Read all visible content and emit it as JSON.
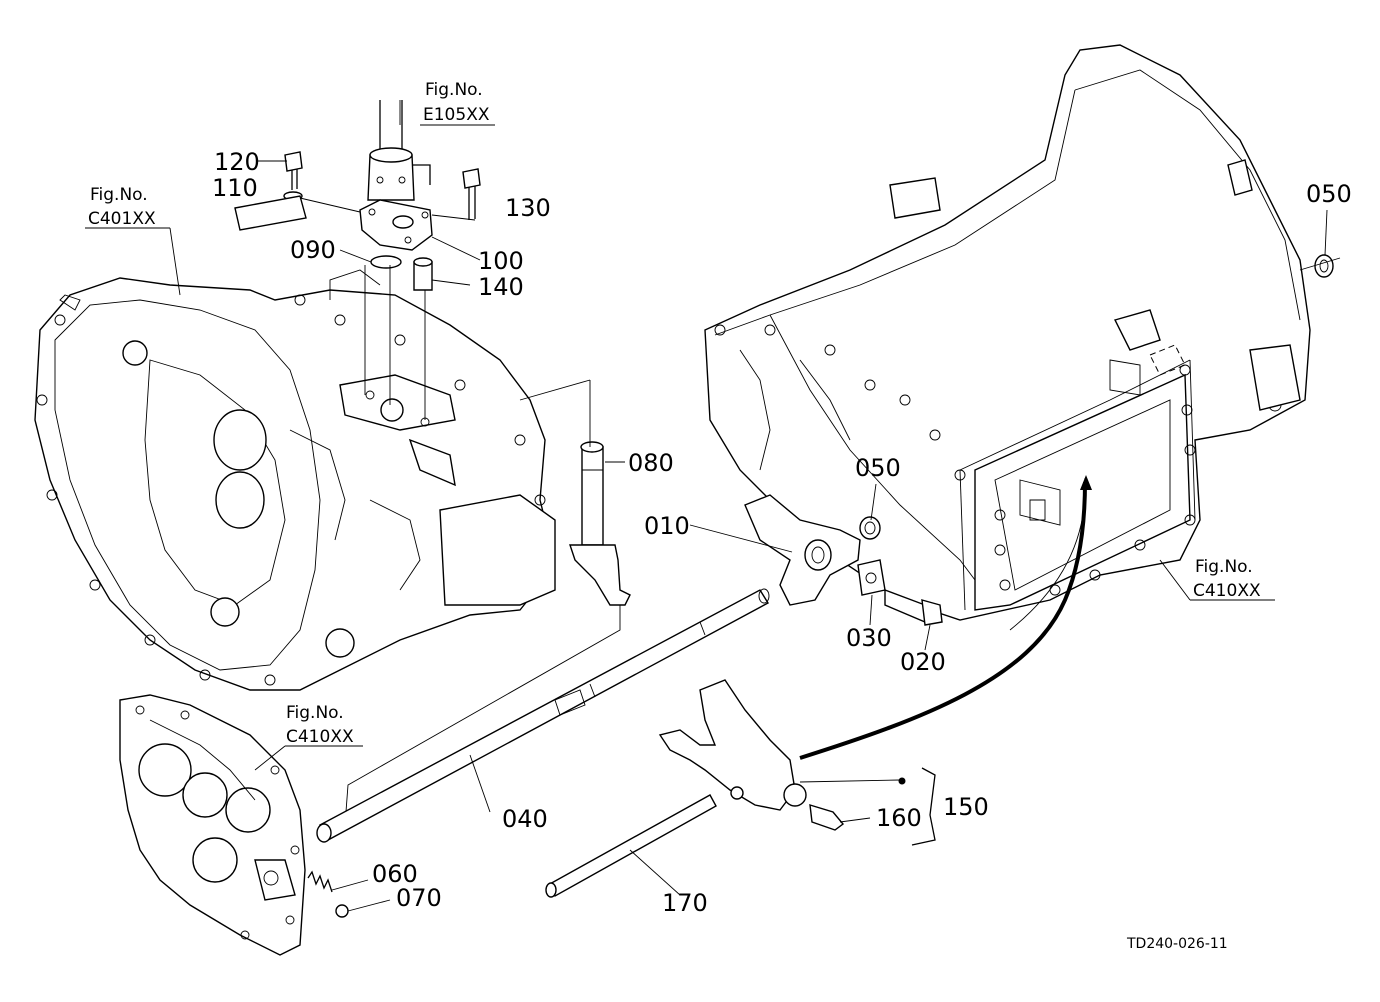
{
  "drawing_code": "TD240-026-11",
  "figure_refs": [
    {
      "id": "e105",
      "prefix": "Fig.No.",
      "code": "E105XX"
    },
    {
      "id": "c401",
      "prefix": "Fig.No.",
      "code": "C401XX"
    },
    {
      "id": "c410_lower",
      "prefix": "Fig.No.",
      "code": "C410XX"
    },
    {
      "id": "c410_right",
      "prefix": "Fig.No.",
      "code": "C410XX"
    }
  ],
  "parts": {
    "p010": "010",
    "p020": "020",
    "p030": "030",
    "p040": "040",
    "p050_upper": "050",
    "p050_mid": "050",
    "p060": "060",
    "p070": "070",
    "p080": "080",
    "p090": "090",
    "p100": "100",
    "p110": "110",
    "p120": "120",
    "p130": "130",
    "p140": "140",
    "p150": "150",
    "p160": "160",
    "p170": "170"
  }
}
